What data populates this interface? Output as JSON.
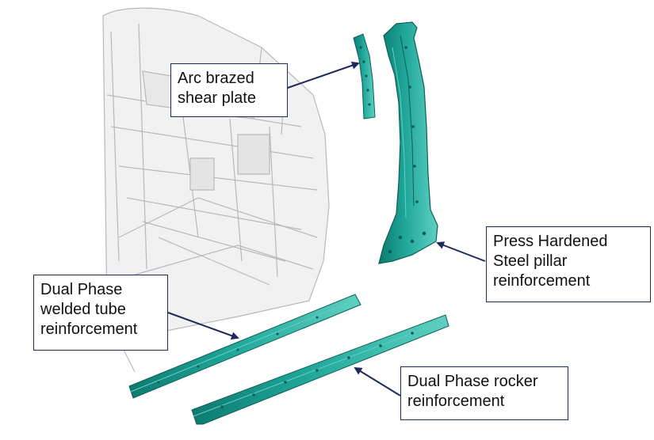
{
  "colors": {
    "part_fill": "#1fa79a",
    "part_dark": "#0e7a70",
    "part_light": "#5fd0c2",
    "body_line": "#b9b9b9",
    "body_fill": "#ededed",
    "callout_border": "#1f2a5c",
    "arrow": "#1f2a5c"
  },
  "labels": {
    "shear_plate": [
      "Arc brazed",
      "shear plate"
    ],
    "pillar": [
      "Press Hardened",
      "Steel pillar",
      "reinforcement"
    ],
    "tube": [
      "Dual Phase",
      "welded tube",
      "reinforcement"
    ],
    "rocker": [
      "Dual Phase rocker",
      "reinforcement"
    ]
  }
}
